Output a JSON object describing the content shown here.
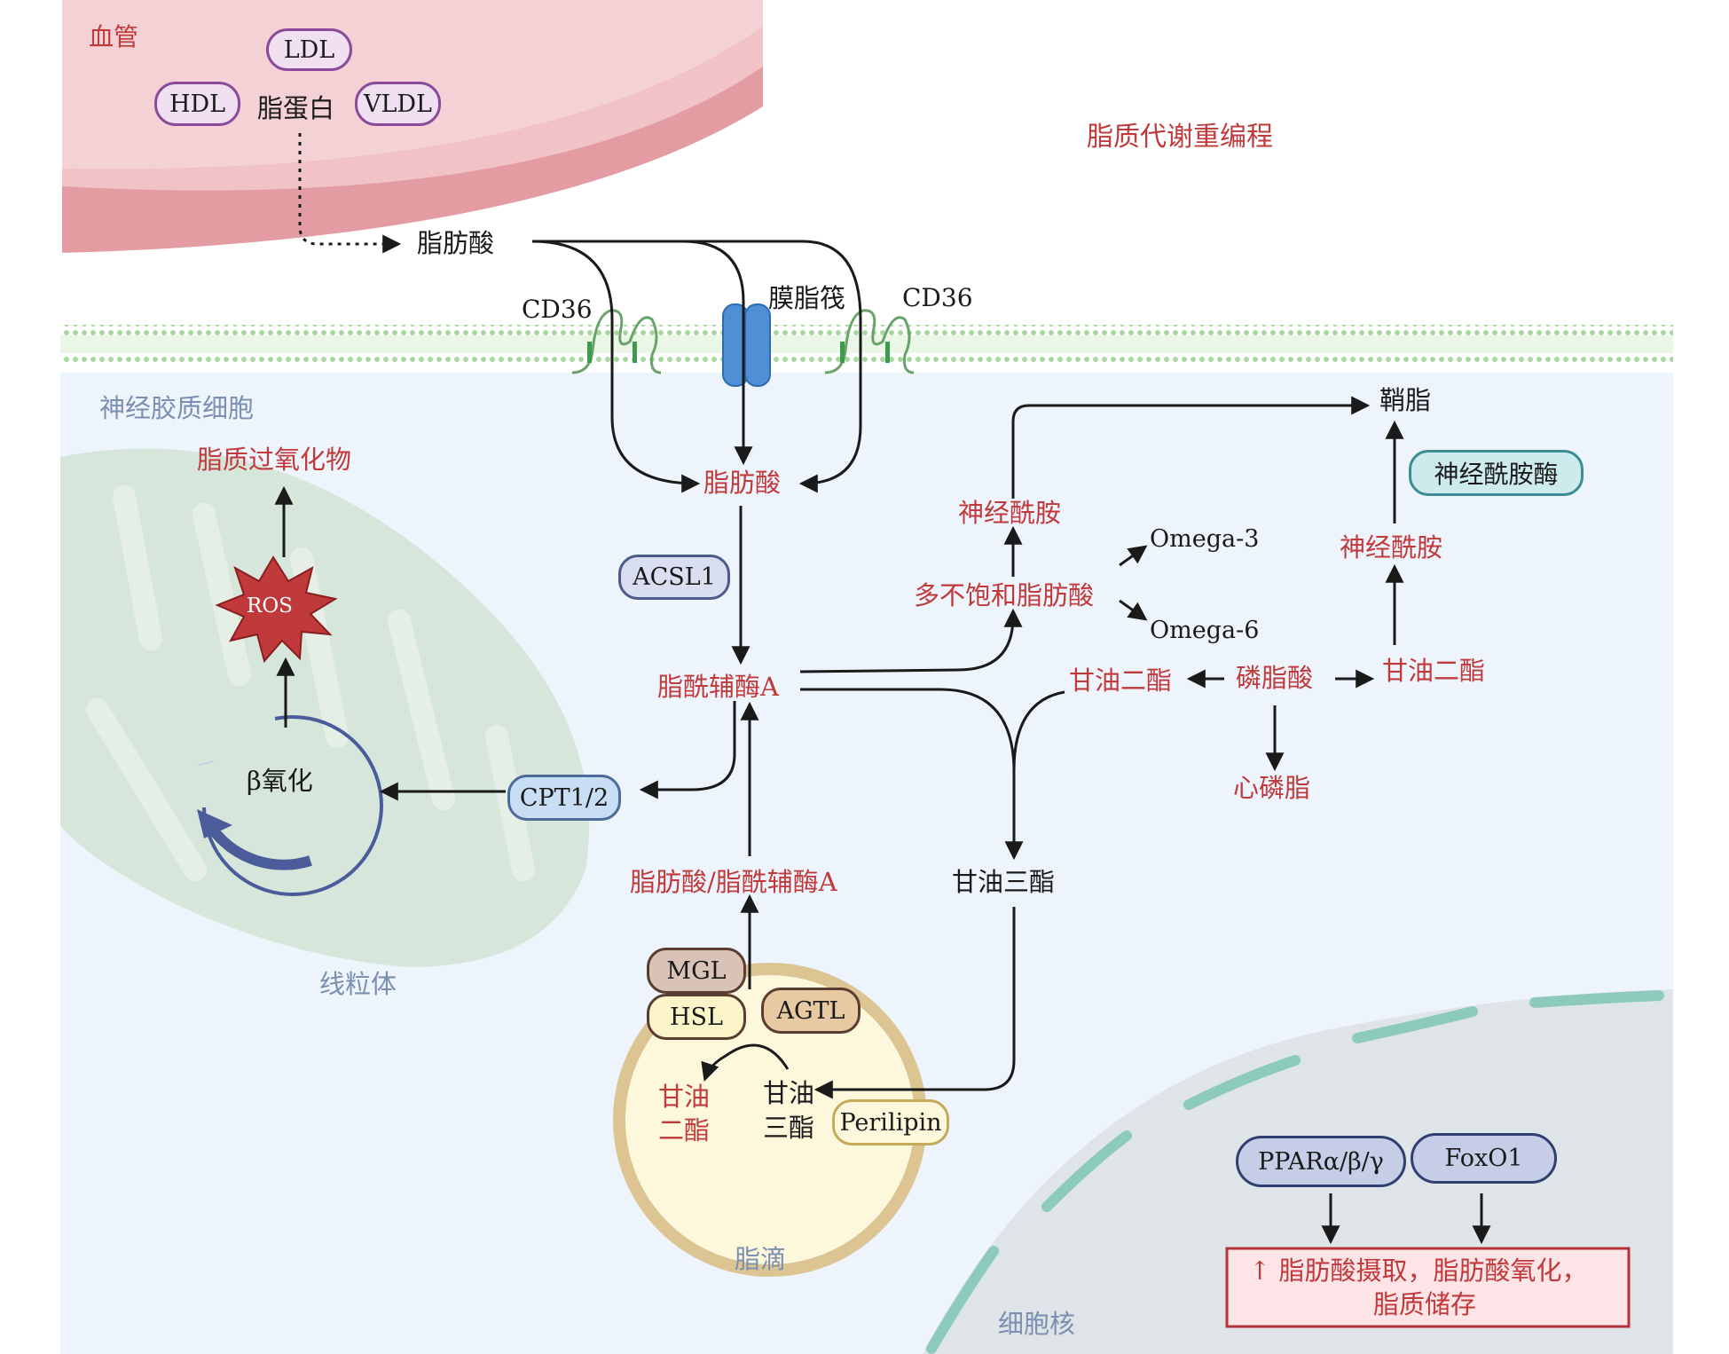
{
  "title": "脂质代谢重编程",
  "regions": {
    "vessel": "血管",
    "glia": "神经胶质细胞",
    "mitochondria": "线粒体",
    "lipid_droplet": "脂滴",
    "nucleus": "细胞核"
  },
  "lipoproteins": {
    "ldl": "LDL",
    "hdl": "HDL",
    "vldl": "VLDL",
    "label": "脂蛋白"
  },
  "membrane": {
    "fatty_acid_outside": "脂肪酸",
    "cd36_left": "CD36",
    "cd36_right": "CD36",
    "raft": "膜脂筏"
  },
  "cytoplasm": {
    "fatty_acid": "脂肪酸",
    "acsl1": "ACSL1",
    "acyl_coa": "脂酰辅酶A",
    "cpt": "CPT1/2",
    "beta_ox": "β氧化",
    "ros": "ROS",
    "lipid_peroxide": "脂质过氧化物",
    "fa_acylcoa": "脂肪酸/脂酰辅酶A",
    "tag": "甘油三酯",
    "pufa": "多不饱和脂肪酸",
    "omega3": "Omega-3",
    "omega6": "Omega-6",
    "ceramide_left": "神经酰胺",
    "sphingomyelin": "鞘脂",
    "ceramidase": "神经酰胺酶",
    "ceramide_right": "神经酰胺",
    "dag_mid": "甘油二酯",
    "phosphatidic_acid": "磷脂酸",
    "dag_right": "甘油二酯",
    "cardiolipin": "心磷脂"
  },
  "droplet": {
    "mgl": "MGL",
    "hsl": "HSL",
    "agtl": "AGTL",
    "dag_l1": "甘油",
    "dag_l2": "二酯",
    "tag_l1": "甘油",
    "tag_l2": "三酯",
    "perilipin": "Perilipin"
  },
  "nucleus_box": {
    "ppar": "PPARα/β/γ",
    "foxo1": "FoxO1",
    "result_line1": "↑ 脂肪酸摄取，脂肪酸氧化，",
    "result_line2": "脂质储存"
  },
  "colors": {
    "vessel": "#e8a4a8",
    "cell": "#eef4fc",
    "membrane": "#a8d8a0",
    "mito": "#d6e6da",
    "nucleus": "#dfe4e8",
    "text_red": "#c0393b",
    "ros": "#c0393b",
    "raft": "#4f8fd6"
  }
}
